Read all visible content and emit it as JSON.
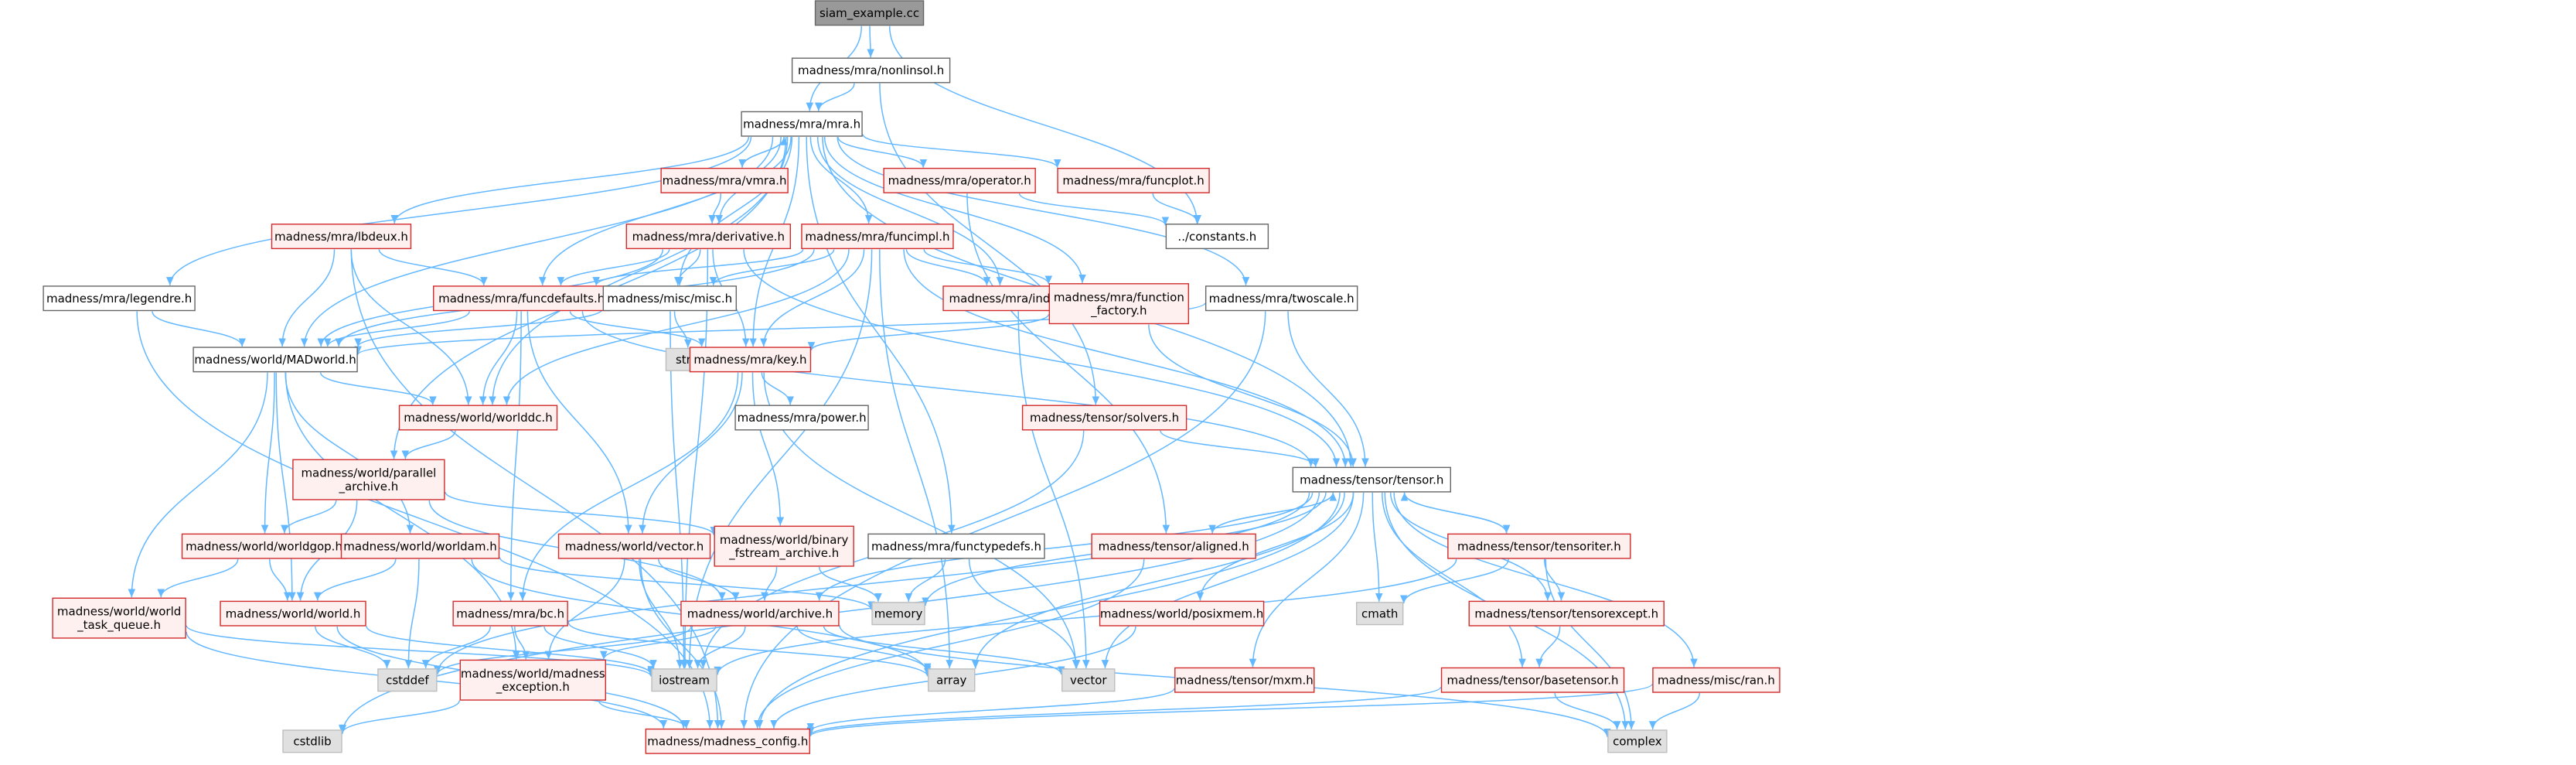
{
  "diagram": {
    "title": "siam_example.cc",
    "colors": {
      "edge": "#63b8ff",
      "root_fill": "#999999",
      "plain_fill": "#ffffff",
      "plain_border": "#666666",
      "truncated_fill": "#fff0f0",
      "truncated_border": "#d12b2b",
      "system_fill": "#e0e0e0",
      "system_border": "#bdbdbd",
      "text": "#000000"
    },
    "nodes": [
      {
        "id": "root",
        "label": "siam_example.cc",
        "kind": "root"
      },
      {
        "id": "nonlinsol",
        "label": "madness/mra/nonlinsol.h",
        "kind": "plain"
      },
      {
        "id": "mra",
        "label": "madness/mra/mra.h",
        "kind": "plain"
      },
      {
        "id": "vmra",
        "label": "madness/mra/vmra.h",
        "kind": "truncated"
      },
      {
        "id": "operator",
        "label": "madness/mra/operator.h",
        "kind": "truncated"
      },
      {
        "id": "funcplot",
        "label": "madness/mra/funcplot.h",
        "kind": "truncated"
      },
      {
        "id": "constants",
        "label": "../constants.h",
        "kind": "plain"
      },
      {
        "id": "lbdeux",
        "label": "madness/mra/lbdeux.h",
        "kind": "truncated"
      },
      {
        "id": "derivative",
        "label": "madness/mra/derivative.h",
        "kind": "truncated"
      },
      {
        "id": "funcimpl",
        "label": "madness/mra/funcimpl.h",
        "kind": "truncated"
      },
      {
        "id": "legendre",
        "label": "madness/mra/legendre.h",
        "kind": "plain"
      },
      {
        "id": "funcdefaults",
        "label": "madness/mra/funcdefaults.h",
        "kind": "truncated"
      },
      {
        "id": "miscmisc",
        "label": "madness/misc/misc.h",
        "kind": "plain"
      },
      {
        "id": "indexit",
        "label": "madness/mra/indexit.h",
        "kind": "truncated"
      },
      {
        "id": "funcfactory",
        "label": "madness/mra/function\n_factory.h",
        "kind": "truncated"
      },
      {
        "id": "twoscale",
        "label": "madness/mra/twoscale.h",
        "kind": "plain"
      },
      {
        "id": "madworld",
        "label": "madness/world/MADworld.h",
        "kind": "plain"
      },
      {
        "id": "string",
        "label": "string",
        "kind": "system"
      },
      {
        "id": "key",
        "label": "madness/mra/key.h",
        "kind": "truncated"
      },
      {
        "id": "worlddc",
        "label": "madness/world/worlddc.h",
        "kind": "truncated"
      },
      {
        "id": "power",
        "label": "madness/mra/power.h",
        "kind": "plain"
      },
      {
        "id": "solvers",
        "label": "madness/tensor/solvers.h",
        "kind": "truncated"
      },
      {
        "id": "parallelarchive",
        "label": "madness/world/parallel\n_archive.h",
        "kind": "truncated"
      },
      {
        "id": "tensor",
        "label": "madness/tensor/tensor.h",
        "kind": "plain"
      },
      {
        "id": "worldgop",
        "label": "madness/world/worldgop.h",
        "kind": "truncated"
      },
      {
        "id": "worldam",
        "label": "madness/world/worldam.h",
        "kind": "truncated"
      },
      {
        "id": "vector_h",
        "label": "madness/world/vector.h",
        "kind": "truncated"
      },
      {
        "id": "binaryfstream",
        "label": "madness/world/binary\n_fstream_archive.h",
        "kind": "truncated"
      },
      {
        "id": "functypedefs",
        "label": "madness/mra/functypedefs.h",
        "kind": "plain"
      },
      {
        "id": "aligned",
        "label": "madness/tensor/aligned.h",
        "kind": "truncated"
      },
      {
        "id": "tensoriter",
        "label": "madness/tensor/tensoriter.h",
        "kind": "truncated"
      },
      {
        "id": "worldtaskqueue",
        "label": "madness/world/world\n_task_queue.h",
        "kind": "truncated"
      },
      {
        "id": "world",
        "label": "madness/world/world.h",
        "kind": "truncated"
      },
      {
        "id": "bc",
        "label": "madness/mra/bc.h",
        "kind": "truncated"
      },
      {
        "id": "archive",
        "label": "madness/world/archive.h",
        "kind": "truncated"
      },
      {
        "id": "memory",
        "label": "memory",
        "kind": "system"
      },
      {
        "id": "posixmem",
        "label": "madness/world/posixmem.h",
        "kind": "truncated"
      },
      {
        "id": "cmath",
        "label": "cmath",
        "kind": "system"
      },
      {
        "id": "tensorexcept",
        "label": "madness/tensor/tensorexcept.h",
        "kind": "truncated"
      },
      {
        "id": "cstddef",
        "label": "cstddef",
        "kind": "system"
      },
      {
        "id": "iostream",
        "label": "iostream",
        "kind": "system"
      },
      {
        "id": "array",
        "label": "array",
        "kind": "system"
      },
      {
        "id": "vector_sys",
        "label": "vector",
        "kind": "system"
      },
      {
        "id": "madexception",
        "label": "madness/world/madness\n_exception.h",
        "kind": "truncated"
      },
      {
        "id": "mxm",
        "label": "madness/tensor/mxm.h",
        "kind": "truncated"
      },
      {
        "id": "basetensor",
        "label": "madness/tensor/basetensor.h",
        "kind": "truncated"
      },
      {
        "id": "ran",
        "label": "madness/misc/ran.h",
        "kind": "truncated"
      },
      {
        "id": "cstdlib",
        "label": "cstdlib",
        "kind": "system"
      },
      {
        "id": "config",
        "label": "madness/madness_config.h",
        "kind": "truncated"
      },
      {
        "id": "complex",
        "label": "complex",
        "kind": "system"
      }
    ],
    "edges": [
      [
        "root",
        "nonlinsol"
      ],
      [
        "root",
        "mra"
      ],
      [
        "root",
        "constants"
      ],
      [
        "nonlinsol",
        "mra"
      ],
      [
        "nonlinsol",
        "solvers"
      ],
      [
        "mra",
        "vmra"
      ],
      [
        "mra",
        "operator"
      ],
      [
        "mra",
        "funcplot"
      ],
      [
        "mra",
        "lbdeux"
      ],
      [
        "mra",
        "derivative"
      ],
      [
        "mra",
        "funcimpl"
      ],
      [
        "mra",
        "legendre"
      ],
      [
        "mra",
        "funcdefaults"
      ],
      [
        "mra",
        "miscmisc"
      ],
      [
        "mra",
        "indexit"
      ],
      [
        "mra",
        "funcfactory"
      ],
      [
        "mra",
        "twoscale"
      ],
      [
        "mra",
        "madworld"
      ],
      [
        "mra",
        "key"
      ],
      [
        "mra",
        "worlddc"
      ],
      [
        "mra",
        "parallelarchive"
      ],
      [
        "mra",
        "tensor"
      ],
      [
        "mra",
        "functypedefs"
      ],
      [
        "vmra",
        "mra"
      ],
      [
        "vmra",
        "derivative"
      ],
      [
        "operator",
        "constants"
      ],
      [
        "operator",
        "aligned"
      ],
      [
        "funcplot",
        "constants"
      ],
      [
        "lbdeux",
        "funcdefaults"
      ],
      [
        "lbdeux",
        "madworld"
      ],
      [
        "lbdeux",
        "worlddc"
      ],
      [
        "lbdeux",
        "config"
      ],
      [
        "derivative",
        "funcdefaults"
      ],
      [
        "derivative",
        "miscmisc"
      ],
      [
        "derivative",
        "key"
      ],
      [
        "derivative",
        "madworld"
      ],
      [
        "derivative",
        "tensor"
      ],
      [
        "derivative",
        "iostream"
      ],
      [
        "funcimpl",
        "funcdefaults"
      ],
      [
        "funcimpl",
        "miscmisc"
      ],
      [
        "funcimpl",
        "indexit"
      ],
      [
        "funcimpl",
        "funcfactory"
      ],
      [
        "funcimpl",
        "key"
      ],
      [
        "funcimpl",
        "madworld"
      ],
      [
        "funcimpl",
        "tensor"
      ],
      [
        "funcimpl",
        "worlddc"
      ],
      [
        "funcimpl",
        "iostream"
      ],
      [
        "funcimpl",
        "array"
      ],
      [
        "legendre",
        "madworld"
      ],
      [
        "legendre",
        "config"
      ],
      [
        "funcdefaults",
        "key"
      ],
      [
        "funcdefaults",
        "madworld"
      ],
      [
        "funcdefaults",
        "worlddc"
      ],
      [
        "funcdefaults",
        "tensor"
      ],
      [
        "funcdefaults",
        "bc"
      ],
      [
        "funcdefaults",
        "vector_h"
      ],
      [
        "miscmisc",
        "string"
      ],
      [
        "miscmisc",
        "iostream"
      ],
      [
        "miscmisc",
        "madworld"
      ],
      [
        "indexit",
        "vector_sys"
      ],
      [
        "funcfactory",
        "key"
      ],
      [
        "funcfactory",
        "tensor"
      ],
      [
        "twoscale",
        "tensor"
      ],
      [
        "twoscale",
        "madworld"
      ],
      [
        "twoscale",
        "config"
      ],
      [
        "madworld",
        "worlddc"
      ],
      [
        "madworld",
        "worldgop"
      ],
      [
        "madworld",
        "worldam"
      ],
      [
        "madworld",
        "world"
      ],
      [
        "madworld",
        "worldtaskqueue"
      ],
      [
        "madworld",
        "madexception"
      ],
      [
        "key",
        "power"
      ],
      [
        "key",
        "vector_h"
      ],
      [
        "key",
        "binaryfstream"
      ],
      [
        "key",
        "bc"
      ],
      [
        "key",
        "vector_sys"
      ],
      [
        "worlddc",
        "parallelarchive"
      ],
      [
        "solvers",
        "tensor"
      ],
      [
        "solvers",
        "iostream"
      ],
      [
        "parallelarchive",
        "worldgop"
      ],
      [
        "parallelarchive",
        "binaryfstream"
      ],
      [
        "parallelarchive",
        "archive"
      ],
      [
        "parallelarchive",
        "world"
      ],
      [
        "tensor",
        "aligned"
      ],
      [
        "tensor",
        "tensoriter"
      ],
      [
        "tensor",
        "posixmem"
      ],
      [
        "tensor",
        "mxm"
      ],
      [
        "tensor",
        "basetensor"
      ],
      [
        "tensor",
        "ran"
      ],
      [
        "tensor",
        "tensorexcept"
      ],
      [
        "tensor",
        "memory"
      ],
      [
        "tensor",
        "cmath"
      ],
      [
        "tensor",
        "complex"
      ],
      [
        "tensor",
        "cstddef"
      ],
      [
        "tensor",
        "array"
      ],
      [
        "tensor",
        "vector_sys"
      ],
      [
        "tensor",
        "archive"
      ],
      [
        "tensor",
        "config"
      ],
      [
        "tensor",
        "cstdlib"
      ],
      [
        "worldgop",
        "world"
      ],
      [
        "worldgop",
        "worldtaskqueue"
      ],
      [
        "worldam",
        "world"
      ],
      [
        "worldam",
        "cstddef"
      ],
      [
        "worldam",
        "memory"
      ],
      [
        "worldam",
        "array"
      ],
      [
        "vector_h",
        "archive"
      ],
      [
        "vector_h",
        "iostream"
      ],
      [
        "vector_h",
        "madexception"
      ],
      [
        "vector_h",
        "config"
      ],
      [
        "binaryfstream",
        "archive"
      ],
      [
        "binaryfstream",
        "memory"
      ],
      [
        "functypedefs",
        "memory"
      ],
      [
        "functypedefs",
        "vector_sys"
      ],
      [
        "aligned",
        "tensor"
      ],
      [
        "aligned",
        "config"
      ],
      [
        "tensoriter",
        "tensor"
      ],
      [
        "tensoriter",
        "tensorexcept"
      ],
      [
        "tensoriter",
        "cmath"
      ],
      [
        "tensoriter",
        "complex"
      ],
      [
        "tensoriter",
        "iostream"
      ],
      [
        "worldtaskqueue",
        "config"
      ],
      [
        "worldtaskqueue",
        "iostream"
      ],
      [
        "world",
        "iostream"
      ],
      [
        "world",
        "cstddef"
      ],
      [
        "world",
        "config"
      ],
      [
        "bc",
        "cstddef"
      ],
      [
        "bc",
        "iostream"
      ],
      [
        "bc",
        "array"
      ],
      [
        "bc",
        "madexception"
      ],
      [
        "archive",
        "iostream"
      ],
      [
        "archive",
        "array"
      ],
      [
        "archive",
        "vector_sys"
      ],
      [
        "archive",
        "madexception"
      ],
      [
        "archive",
        "cstddef"
      ],
      [
        "archive",
        "complex"
      ],
      [
        "posixmem",
        "config"
      ],
      [
        "tensorexcept",
        "basetensor"
      ],
      [
        "madexception",
        "config"
      ],
      [
        "madexception",
        "cstdlib"
      ],
      [
        "mxm",
        "config"
      ],
      [
        "basetensor",
        "config"
      ],
      [
        "basetensor",
        "complex"
      ],
      [
        "ran",
        "config"
      ],
      [
        "ran",
        "complex"
      ]
    ]
  }
}
